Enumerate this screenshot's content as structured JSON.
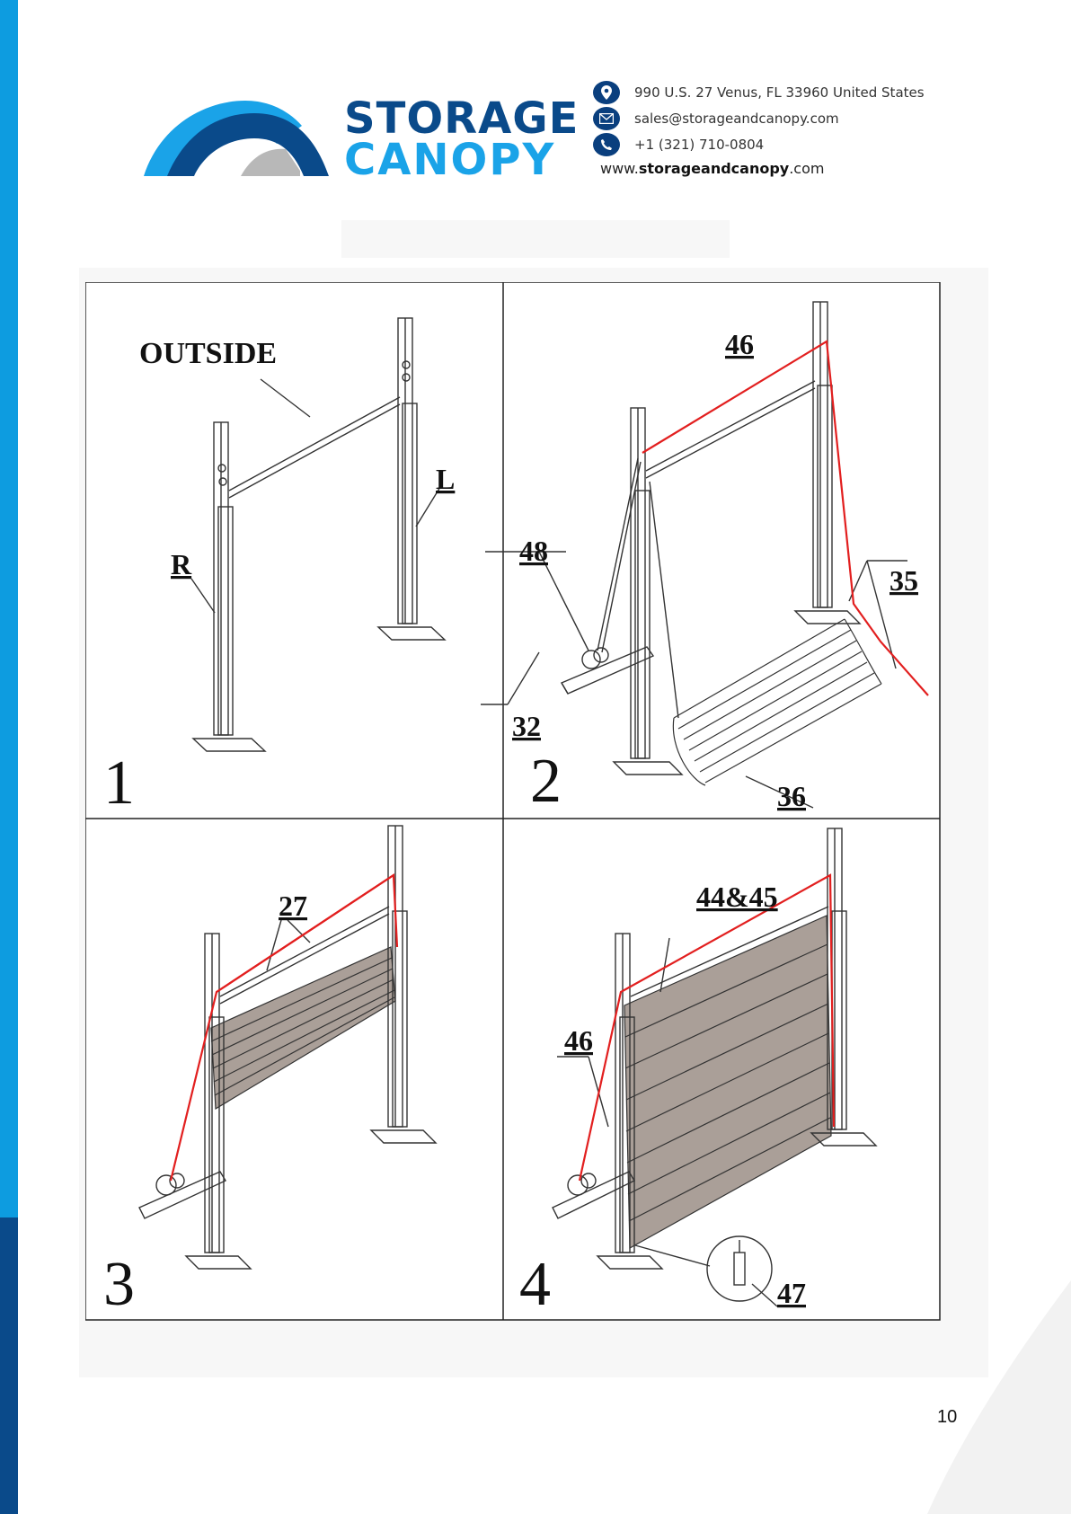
{
  "brand": {
    "line1": "STORAGE",
    "line2": "CANOPY",
    "colors": {
      "navy": "#0a4a8a",
      "blue": "#1aa3e8",
      "gray": "#b8b8b8"
    }
  },
  "contact": {
    "address": "990 U.S. 27 Venus, FL 33960 United States",
    "email": "sales@storageandcanopy.com",
    "phone": "+1 (321) 710-0804",
    "website_prefix": "www.",
    "website_bold": "storageandcanopy",
    "website_suffix": ".com",
    "icons": [
      "location-pin-icon",
      "envelope-icon",
      "phone-icon"
    ]
  },
  "figure": {
    "panels": [
      {
        "step": "1",
        "labels": [
          "OUTSIDE",
          "R",
          "L"
        ]
      },
      {
        "step": "2",
        "labels": [
          "46",
          "48",
          "35",
          "32",
          "36"
        ]
      },
      {
        "step": "3",
        "labels": [
          "27"
        ]
      },
      {
        "step": "4",
        "labels": [
          "44&45",
          "46",
          "47"
        ]
      }
    ]
  },
  "page_number": "10"
}
